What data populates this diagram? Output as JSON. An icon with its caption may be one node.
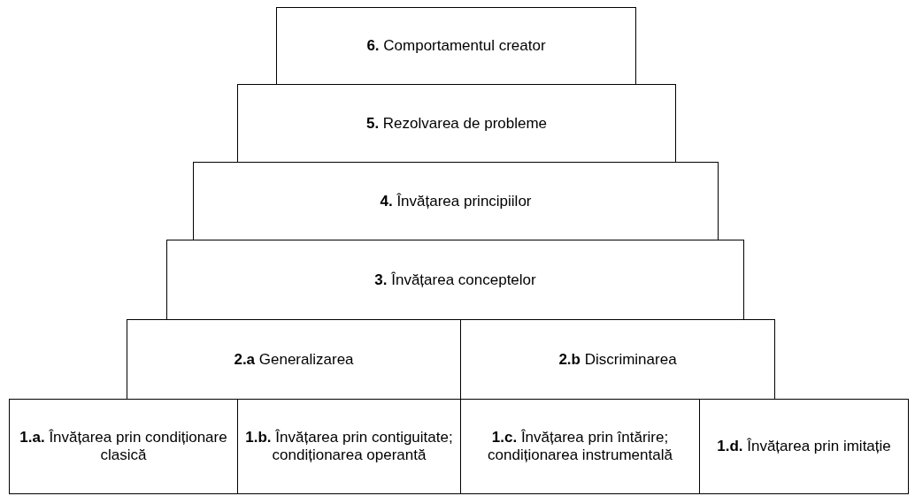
{
  "diagram": {
    "nodes": [
      {
        "text": [
          "**6.** Comportamentul creator"
        ]
      },
      {
        "text": [
          "**5.** Rezolvarea de probleme"
        ]
      },
      {
        "text": [
          "**4.** Învățarea principiilor"
        ]
      },
      {
        "text": [
          "**3.** Învățarea conceptelor"
        ]
      },
      {
        "text": [
          "**2.a** Generalizarea"
        ]
      },
      {
        "text": [
          "**2.b** Discriminarea"
        ]
      },
      {
        "text": [
          "**1.a.** Învățarea prin condiționare clasică"
        ]
      },
      {
        "text": [
          "**1.b.** Învățarea prin contiguitate; condiționarea operantă"
        ]
      },
      {
        "text": [
          "**1.c.** Învățarea prin întărire; condiționarea instrumentală"
        ]
      },
      {
        "text": [
          "**1.d.** Învățarea prin imitație"
        ]
      }
    ],
    "edges": []
  }
}
